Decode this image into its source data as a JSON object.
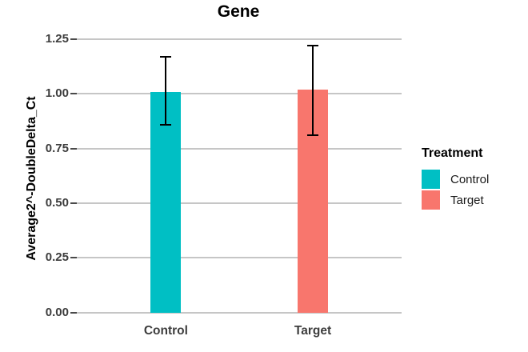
{
  "title": "Gene",
  "y_axis": {
    "label": "Average2^-DoubleDelta_Ct",
    "tick_labels": [
      "0.00",
      "0.25",
      "0.50",
      "0.75",
      "1.00",
      "1.25"
    ],
    "tick_values": [
      0,
      0.25,
      0.5,
      0.75,
      1.0,
      1.25
    ]
  },
  "x_axis": {
    "categories": [
      "Control",
      "Target"
    ]
  },
  "legend": {
    "title": "Treatment",
    "items": [
      {
        "label": "Control",
        "color": "#00BFC4"
      },
      {
        "label": "Target",
        "color": "#F8766D"
      }
    ]
  },
  "chart_data": {
    "type": "bar",
    "title": "Gene",
    "categories": [
      "Control",
      "Target"
    ],
    "series": [
      {
        "name": "Average2^-DoubleDelta_Ct",
        "values": [
          1.01,
          1.02
        ]
      }
    ],
    "error_bars": [
      {
        "low": 0.86,
        "high": 1.17
      },
      {
        "low": 0.81,
        "high": 1.22
      }
    ],
    "bar_colors": [
      "#00BFC4",
      "#F8766D"
    ],
    "xlabel": "",
    "ylabel": "Average2^-DoubleDelta_Ct",
    "ylim": [
      0,
      1.25
    ],
    "ytick_step": 0.25,
    "grid": "horizontal-major",
    "legend_title": "Treatment",
    "legend_position": "right",
    "background": "#ffffff"
  }
}
